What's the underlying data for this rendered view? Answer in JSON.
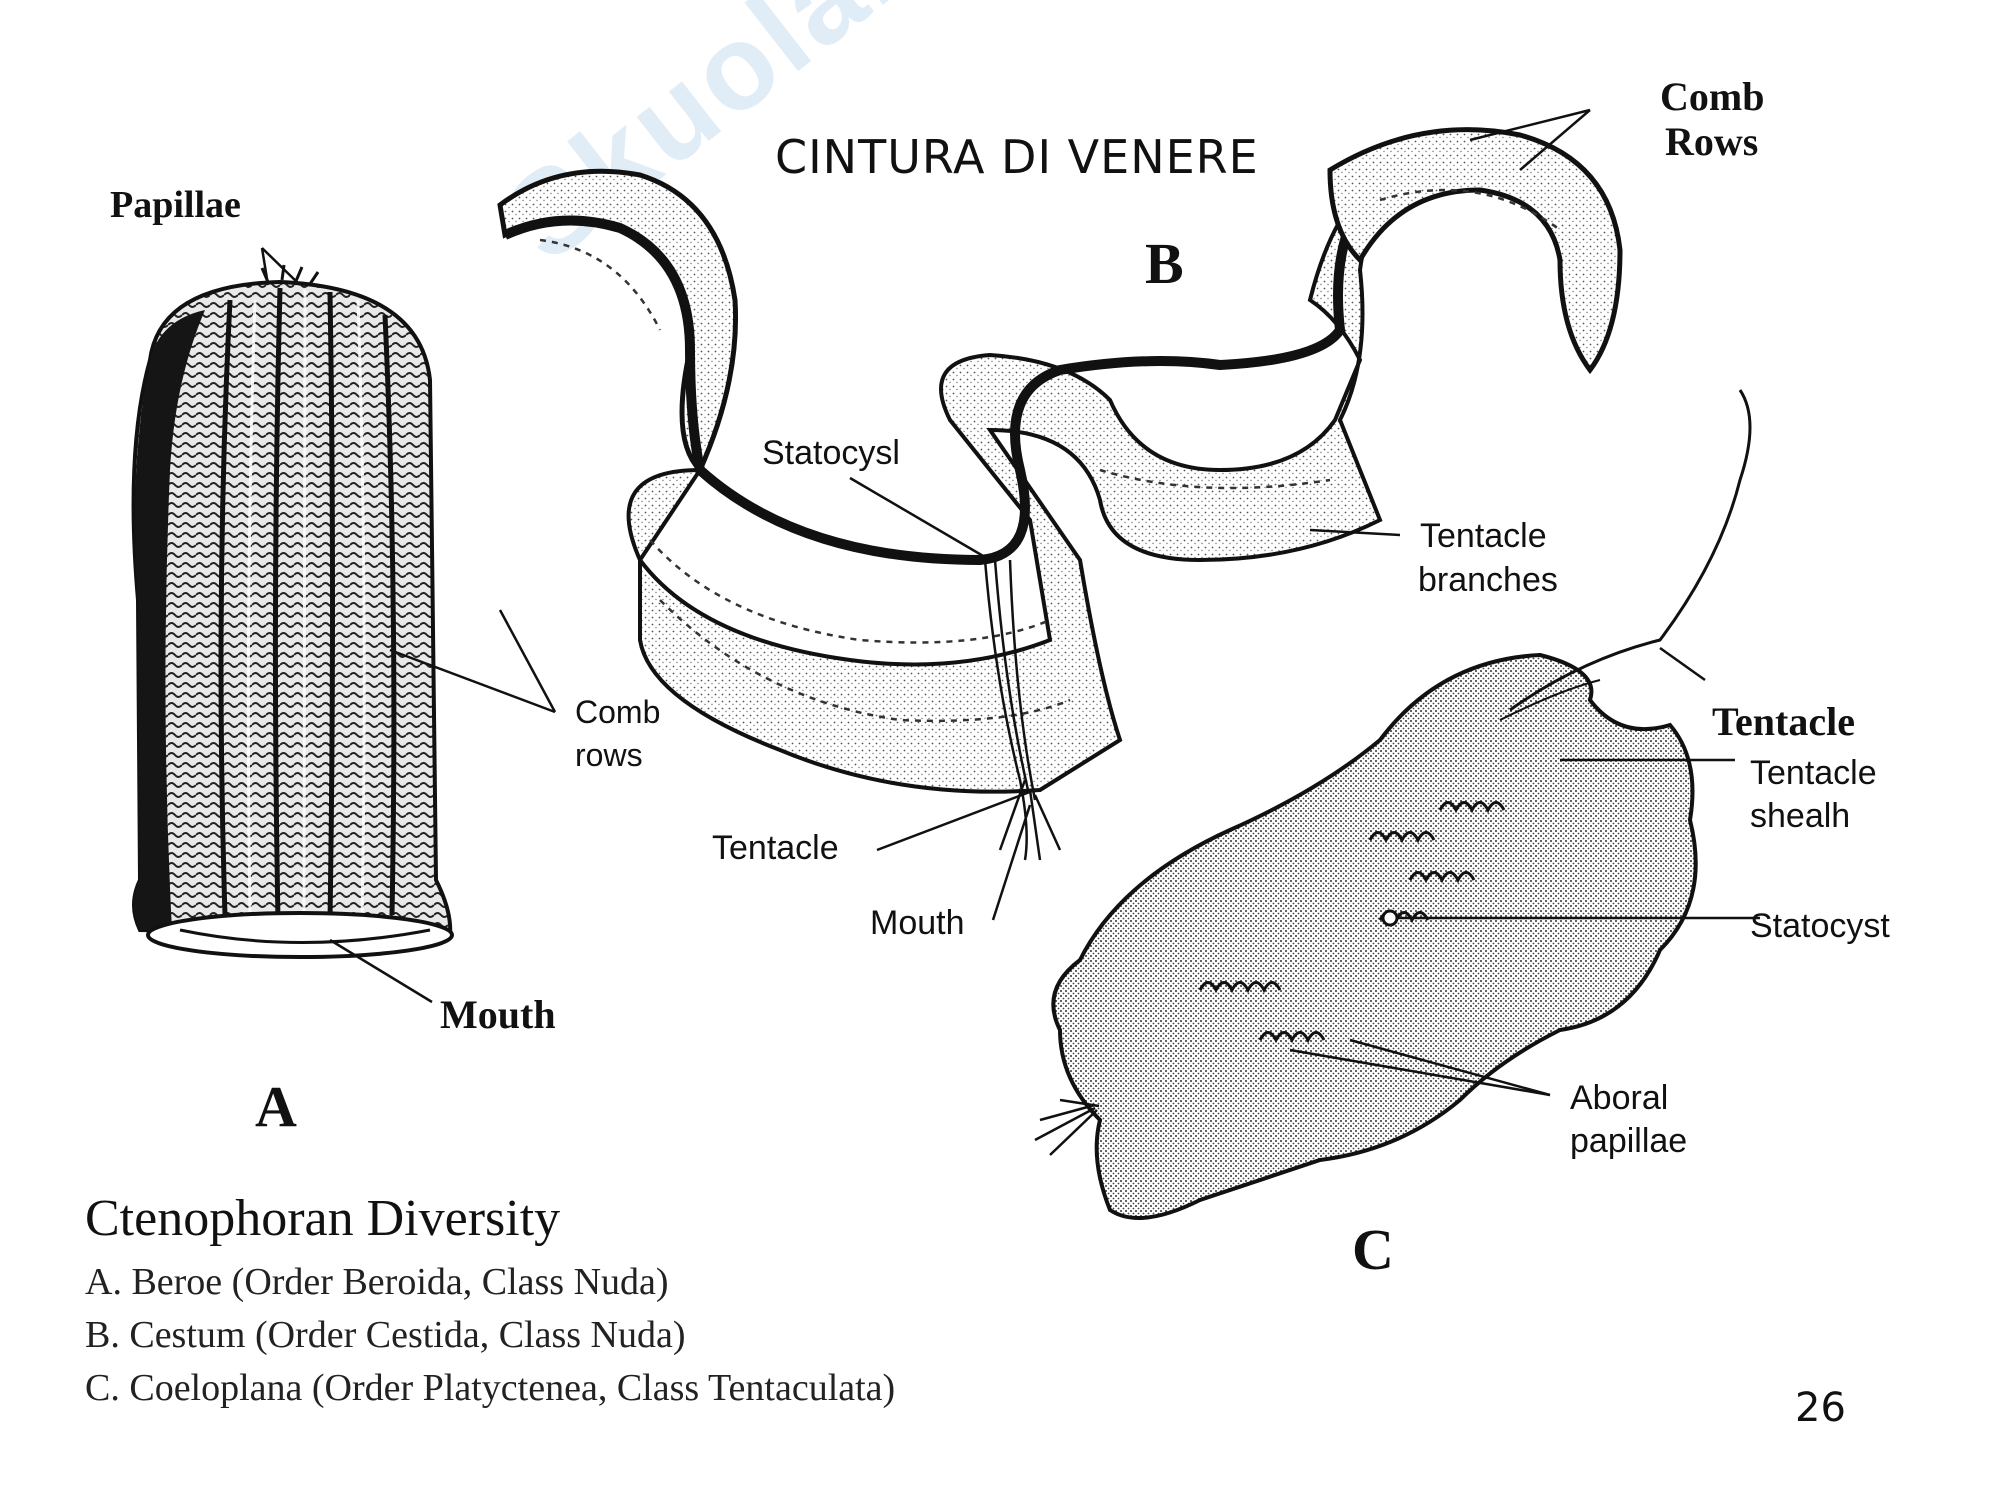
{
  "slide": {
    "title": "CINTURA DI VENERE",
    "page_number": "26",
    "watermark": "Skuola.net"
  },
  "figure_a": {
    "letter": "A",
    "labels": {
      "papillae": "Papillae",
      "comb_rows": [
        "Comb",
        "rows"
      ],
      "mouth": "Mouth"
    }
  },
  "figure_b": {
    "letter": "B",
    "labels": {
      "comb_rows": [
        "Comb",
        "Rows"
      ],
      "statocyst": "Statocysl",
      "tentacle_branches": [
        "Tentacle",
        "branches"
      ],
      "tentacle": "Tentacle",
      "mouth": "Mouth"
    }
  },
  "figure_c": {
    "letter": "C",
    "labels": {
      "tentacle": "Tentacle",
      "tentacle_sheath": [
        "Tentacle",
        "shealh"
      ],
      "statocyst": "Statocyst",
      "aboral_papillae": [
        "Aboral",
        "papillae"
      ]
    }
  },
  "caption": {
    "title": "Ctenophoran Diversity",
    "lines": [
      "A. Beroe (Order Beroida, Class Nuda)",
      "B. Cestum (Order Cestida, Class Nuda)",
      "C. Coeloplana (Order Platyctenea, Class Tentaculata)"
    ]
  }
}
